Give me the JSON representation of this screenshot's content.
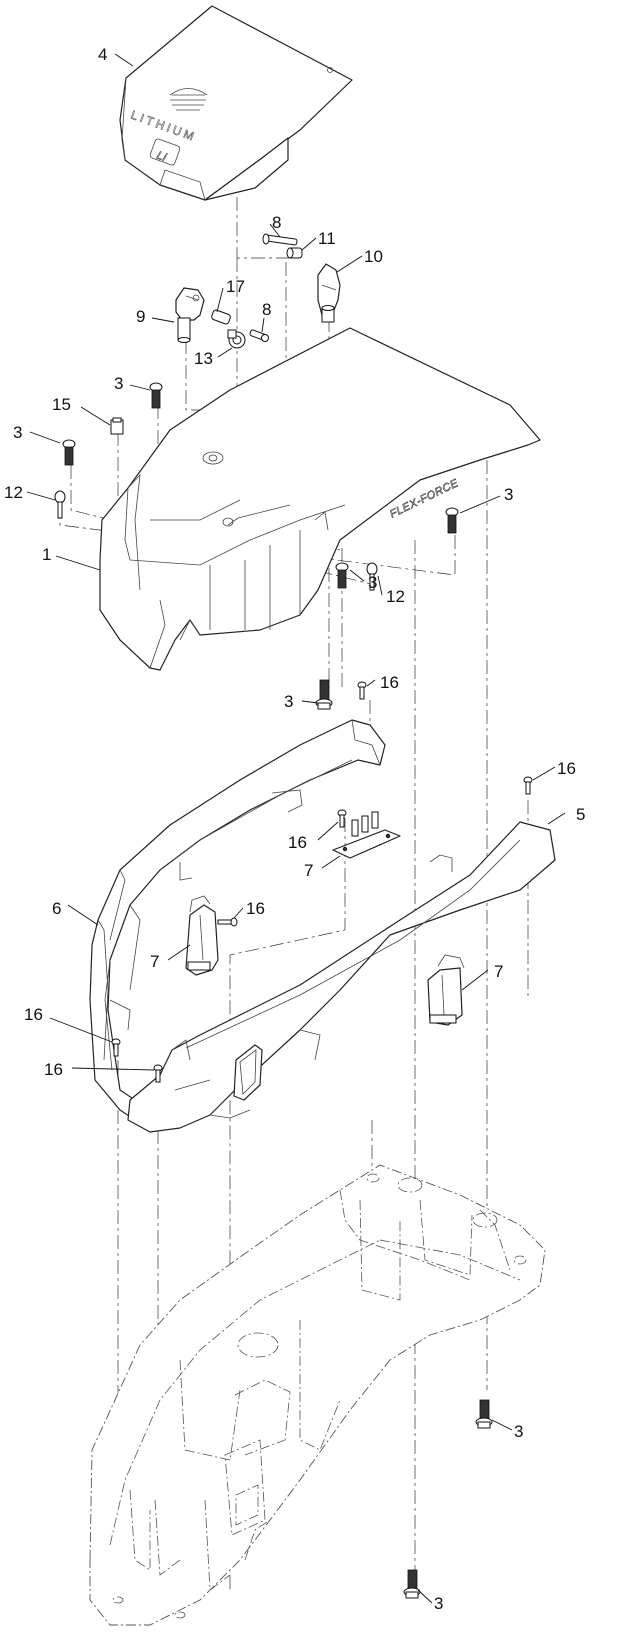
{
  "callouts": {
    "c4": "4",
    "c8a": "8",
    "c11": "11",
    "c10": "10",
    "c17": "17",
    "c9": "9",
    "c8b": "8",
    "c13": "13",
    "c3a": "3",
    "c15": "15",
    "c3b": "3",
    "c12a": "12",
    "c3c": "3",
    "c1": "1",
    "c3d": "3",
    "c12b": "12",
    "c3e": "3",
    "c16a": "16",
    "c16b": "16",
    "c16c": "16",
    "c5": "5",
    "c7a": "7",
    "c6": "6",
    "c16d": "16",
    "c7b": "7",
    "c7c": "7",
    "c16e": "16",
    "c16f": "16",
    "c3f": "3",
    "c3g": "3"
  },
  "embossed_text": {
    "battery_cover": "LITHIUM",
    "battery_cover_logo": "Li",
    "hood": "FLEX-FORCE"
  }
}
